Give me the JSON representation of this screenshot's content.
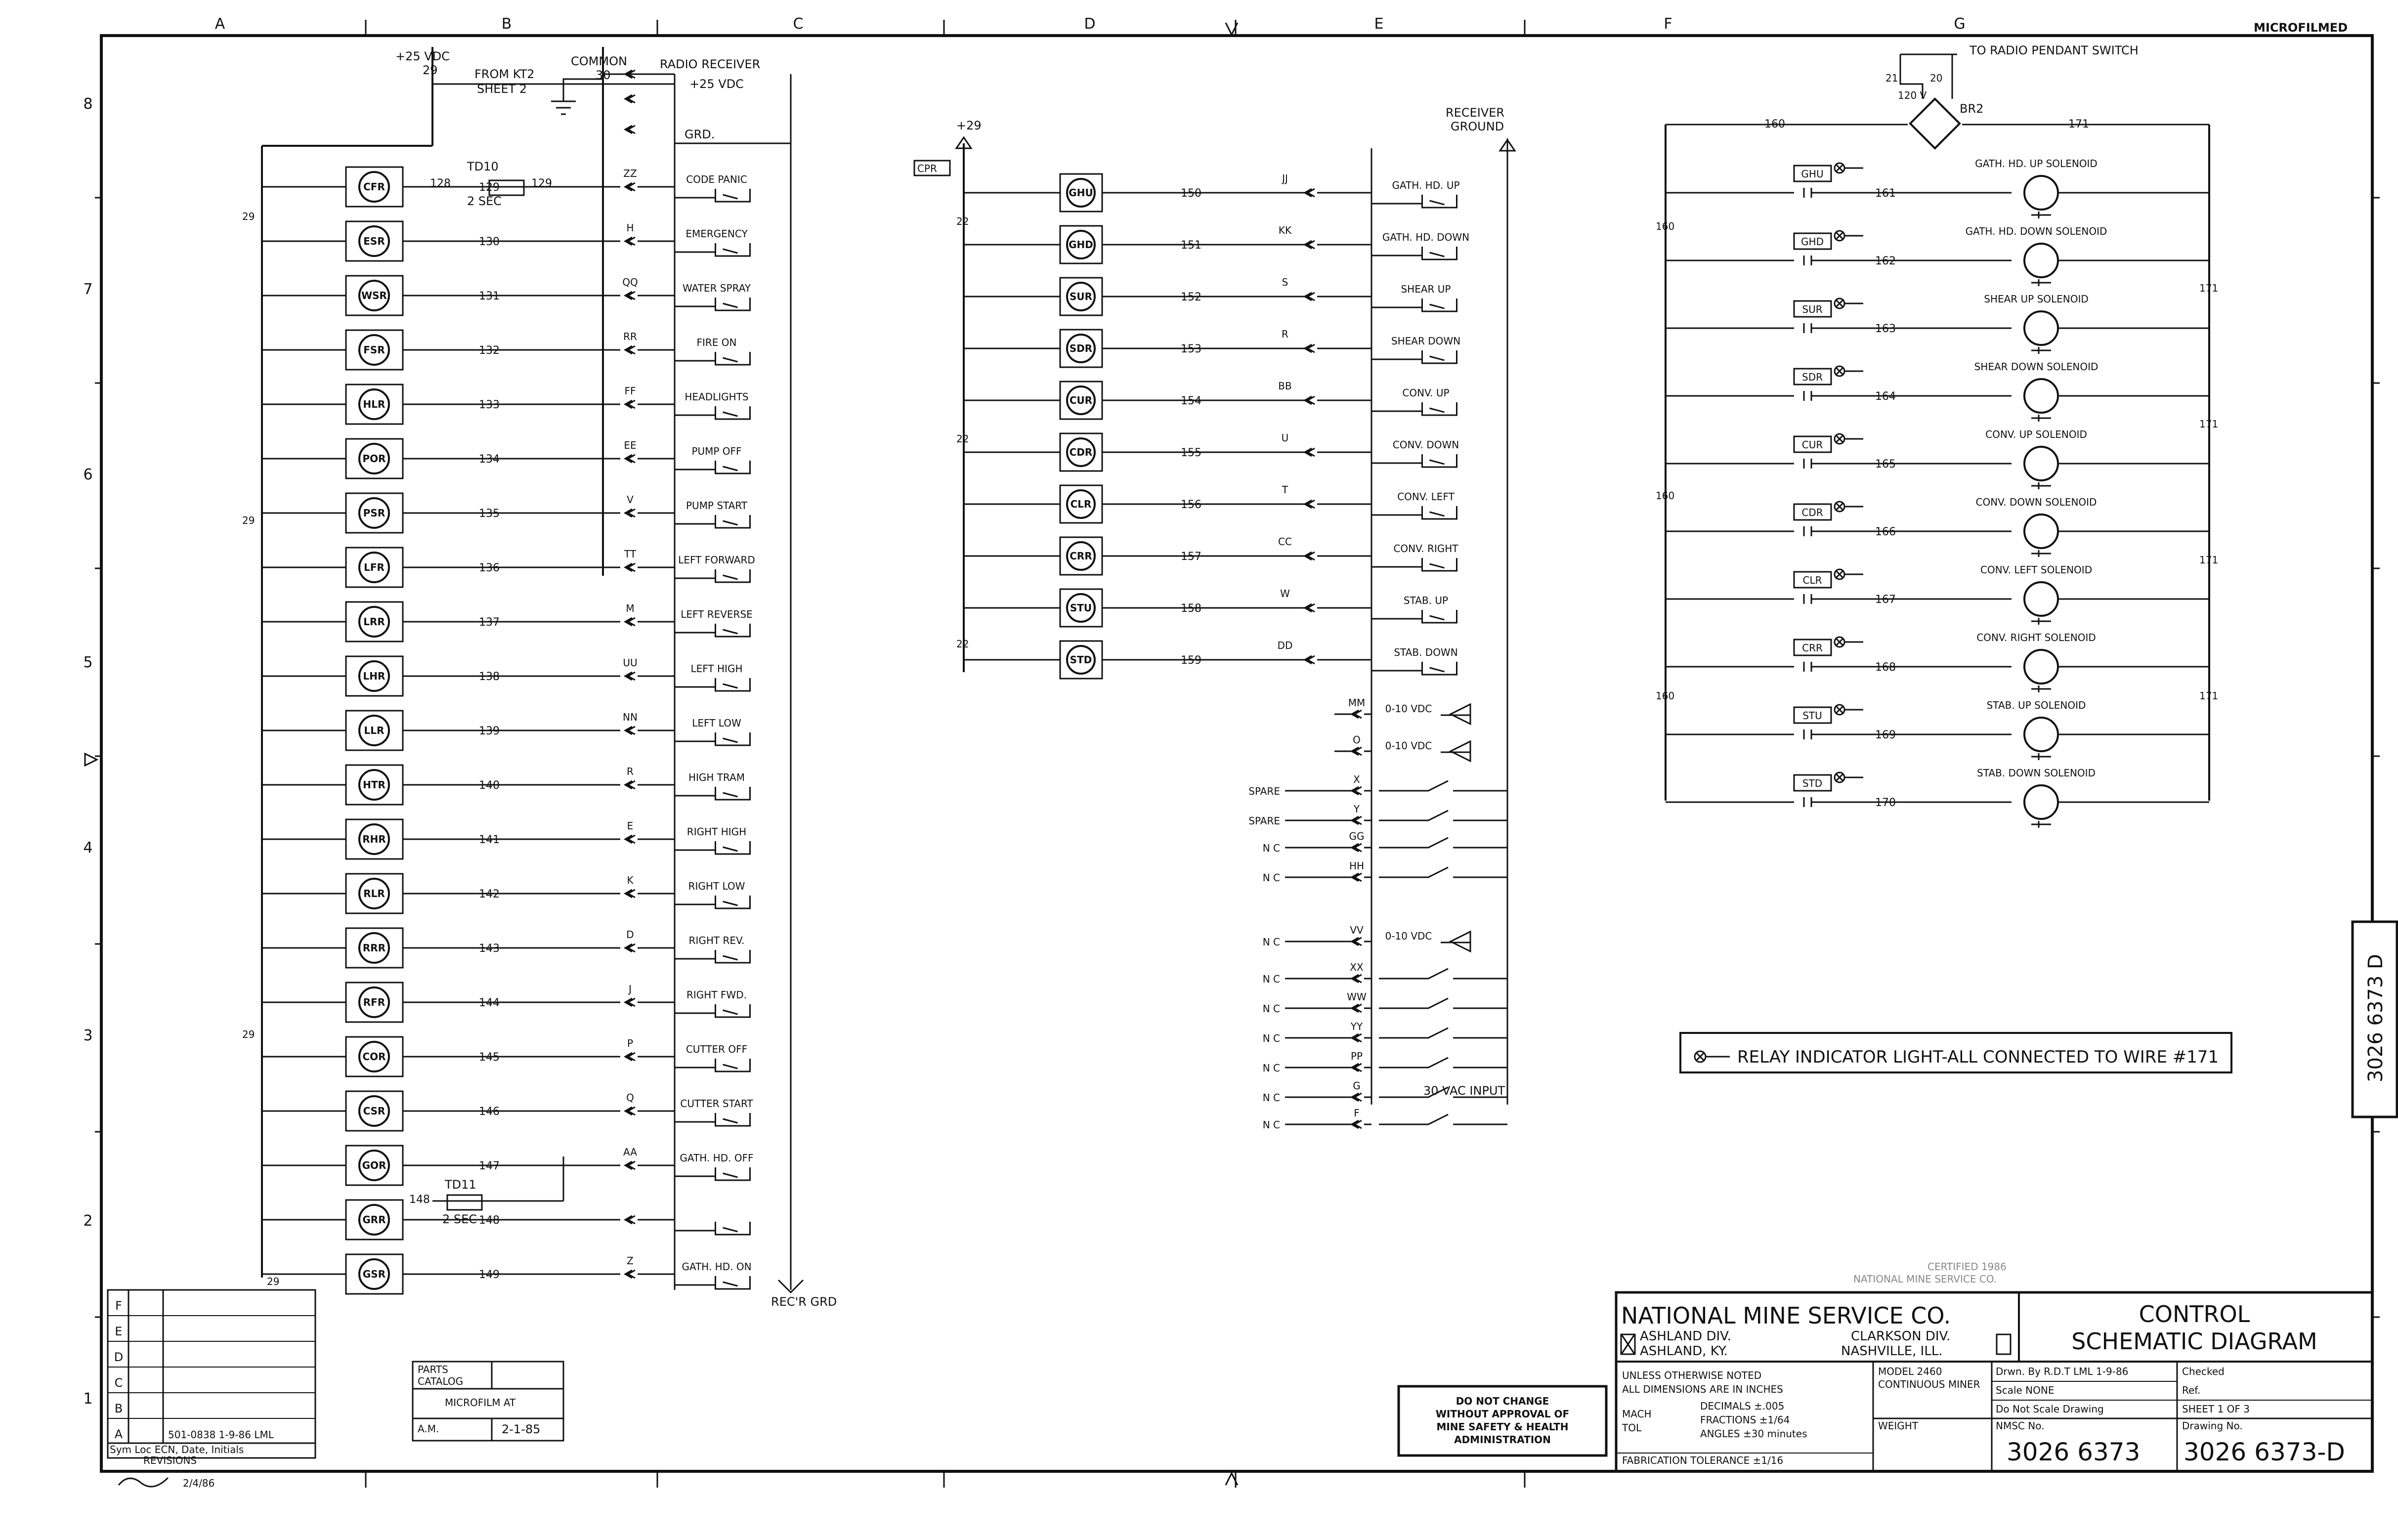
{
  "header": {
    "columns": [
      "A",
      "B",
      "C",
      "D",
      "E",
      "F",
      "G"
    ],
    "rows": [
      "8",
      "7",
      "6",
      "5",
      "4",
      "3",
      "2",
      "1"
    ],
    "stamp": "MICROFILMED"
  },
  "section1": {
    "top_labels": {
      "vdc": "+25 VDC",
      "vdc_wire": "29",
      "from": "FROM KT2",
      "sheet": "SHEET 2",
      "common": "COMMON",
      "common_wire": "30",
      "receiver": "RADIO RECEIVER",
      "plus25": "+25 VDC",
      "grd": "GRD.",
      "bottom": "REC'R GRD"
    },
    "trunk_labels": [
      "29",
      "29",
      "29",
      "29"
    ],
    "timers": [
      {
        "name": "TD10",
        "delay": "2 SEC",
        "wire_in": "128",
        "wire_out": "129"
      },
      {
        "name": "TD11",
        "delay": "2 SEC",
        "wire_in": "148"
      }
    ],
    "rows": [
      {
        "relay": "CFR",
        "wire": "129",
        "term": "ZZ",
        "func": "CODE PANIC"
      },
      {
        "relay": "ESR",
        "wire": "130",
        "term": "H",
        "func": "EMERGENCY"
      },
      {
        "relay": "WSR",
        "wire": "131",
        "term": "QQ",
        "func": "WATER SPRAY"
      },
      {
        "relay": "FSR",
        "wire": "132",
        "term": "RR",
        "func": "FIRE ON"
      },
      {
        "relay": "HLR",
        "wire": "133",
        "term": "FF",
        "func": "HEADLIGHTS"
      },
      {
        "relay": "POR",
        "wire": "134",
        "term": "EE",
        "func": "PUMP OFF"
      },
      {
        "relay": "PSR",
        "wire": "135",
        "term": "V",
        "func": "PUMP START"
      },
      {
        "relay": "LFR",
        "wire": "136",
        "term": "TT",
        "func": "LEFT FORWARD"
      },
      {
        "relay": "LRR",
        "wire": "137",
        "term": "M",
        "func": "LEFT REVERSE"
      },
      {
        "relay": "LHR",
        "wire": "138",
        "term": "UU",
        "func": "LEFT HIGH"
      },
      {
        "relay": "LLR",
        "wire": "139",
        "term": "NN",
        "func": "LEFT LOW"
      },
      {
        "relay": "HTR",
        "wire": "140",
        "term": "R",
        "func": "HIGH TRAM"
      },
      {
        "relay": "RHR",
        "wire": "141",
        "term": "E",
        "func": "RIGHT HIGH"
      },
      {
        "relay": "RLR",
        "wire": "142",
        "term": "K",
        "func": "RIGHT LOW"
      },
      {
        "relay": "RRR",
        "wire": "143",
        "term": "D",
        "func": "RIGHT REV."
      },
      {
        "relay": "RFR",
        "wire": "144",
        "term": "J",
        "func": "RIGHT FWD."
      },
      {
        "relay": "COR",
        "wire": "145",
        "term": "P",
        "func": "CUTTER OFF"
      },
      {
        "relay": "CSR",
        "wire": "146",
        "term": "Q",
        "func": "CUTTER START"
      },
      {
        "relay": "GOR",
        "wire": "147",
        "term": "AA",
        "func": "GATH. HD. OFF"
      },
      {
        "relay": "GRR",
        "wire": "148",
        "term": "",
        "func": ""
      },
      {
        "relay": "GSR",
        "wire": "149",
        "term": "Z",
        "func": "GATH. HD. ON"
      }
    ]
  },
  "section2": {
    "top": {
      "vdc": "+29",
      "cpr": "CPR",
      "receiver": "RECEIVER",
      "ground": "GROUND"
    },
    "side_wires": [
      "22",
      "22",
      "22"
    ],
    "rows": [
      {
        "relay": "GHU",
        "wire": "150",
        "term": "JJ",
        "func": "GATH. HD. UP"
      },
      {
        "relay": "GHD",
        "wire": "151",
        "term": "KK",
        "func": "GATH. HD. DOWN"
      },
      {
        "relay": "SUR",
        "wire": "152",
        "term": "S",
        "func": "SHEAR UP"
      },
      {
        "relay": "SDR",
        "wire": "153",
        "term": "R",
        "func": "SHEAR DOWN"
      },
      {
        "relay": "CUR",
        "wire": "154",
        "term": "BB",
        "func": "CONV. UP"
      },
      {
        "relay": "CDR",
        "wire": "155",
        "term": "U",
        "func": "CONV. DOWN"
      },
      {
        "relay": "CLR",
        "wire": "156",
        "term": "T",
        "func": "CONV. LEFT"
      },
      {
        "relay": "CRR",
        "wire": "157",
        "term": "CC",
        "func": "CONV. RIGHT"
      },
      {
        "relay": "STU",
        "wire": "158",
        "term": "W",
        "func": "STAB. UP"
      },
      {
        "relay": "STD",
        "wire": "159",
        "term": "DD",
        "func": "STAB. DOWN"
      }
    ],
    "analog": [
      {
        "term": "MM",
        "func": "0-10 VDC"
      },
      {
        "term": "O",
        "func": "0-10 VDC"
      }
    ],
    "spares": [
      {
        "label": "SPARE",
        "term": "X"
      },
      {
        "label": "SPARE",
        "term": "Y"
      },
      {
        "label": "N C",
        "term": "GG"
      },
      {
        "label": "N C",
        "term": "HH"
      }
    ],
    "lower": [
      {
        "label": "N C",
        "term": "VV",
        "func": "0-10 VDC"
      },
      {
        "label": "N C",
        "term": "XX",
        "func": ""
      },
      {
        "label": "N C",
        "term": "WW",
        "func": ""
      },
      {
        "label": "N C",
        "term": "YY",
        "func": ""
      },
      {
        "label": "N C",
        "term": "PP",
        "func": ""
      },
      {
        "label": "N C",
        "term": "G",
        "func": ""
      },
      {
        "label": "N C",
        "term": "F",
        "func": ""
      }
    ],
    "input": "30 VAC INPUT"
  },
  "section3": {
    "top": {
      "pendant": "TO RADIO PENDANT SWITCH",
      "t21": "21",
      "t20": "20",
      "v120": "120 V",
      "br": "BR2",
      "w160": "160",
      "w171": "171"
    },
    "side_left": [
      "160",
      "160",
      "160"
    ],
    "side_right": [
      "171",
      "171",
      "171",
      "171"
    ],
    "rows": [
      {
        "relay": "GHU",
        "wire": "161",
        "sol": "GATH. HD. UP SOLENOID"
      },
      {
        "relay": "GHD",
        "wire": "162",
        "sol": "GATH. HD. DOWN SOLENOID"
      },
      {
        "relay": "SUR",
        "wire": "163",
        "sol": "SHEAR UP SOLENOID"
      },
      {
        "relay": "SDR",
        "wire": "164",
        "sol": "SHEAR DOWN SOLENOID"
      },
      {
        "relay": "CUR",
        "wire": "165",
        "sol": "CONV. UP SOLENOID"
      },
      {
        "relay": "CDR",
        "wire": "166",
        "sol": "CONV. DOWN SOLENOID"
      },
      {
        "relay": "CLR",
        "wire": "167",
        "sol": "CONV. LEFT SOLENOID"
      },
      {
        "relay": "CRR",
        "wire": "168",
        "sol": "CONV. RIGHT SOLENOID"
      },
      {
        "relay": "STU",
        "wire": "169",
        "sol": "STAB. UP SOLENOID"
      },
      {
        "relay": "STD",
        "wire": "170",
        "sol": "STAB. DOWN SOLENOID"
      }
    ],
    "note": "RELAY INDICATOR LIGHT-ALL CONNECTED TO WIRE #171"
  },
  "revisions": {
    "letters": [
      "F",
      "E",
      "D",
      "C",
      "B",
      "A"
    ],
    "entry_a": "501-0838 1-9-86 LML",
    "footer": "Sym  Loc  ECN, Date, Initials",
    "title": "REVISIONS",
    "signature": "2/4/86"
  },
  "stamp_box": {
    "parts": "PARTS",
    "catalog": "CATALOG",
    "microfilm": "MICROFILM AT",
    "am": "A.M.",
    "date": "2-1-85"
  },
  "warning": {
    "l1": "DO NOT CHANGE",
    "l2": "WITHOUT APPROVAL OF",
    "l3": "MINE SAFETY & HEALTH",
    "l4": "ADMINISTRATION"
  },
  "faint": {
    "line1": "CERTIFIED 1986",
    "line2": "NATIONAL MINE SERVICE CO."
  },
  "title_block": {
    "company": "NATIONAL MINE SERVICE CO.",
    "div1": "ASHLAND DIV.",
    "div1_loc": "ASHLAND, KY.",
    "div2": "CLARKSON DIV.",
    "div2_loc": "NASHVILLE, ILL.",
    "title1": "CONTROL",
    "title2": "SCHEMATIC DIAGRAM",
    "unless": "UNLESS OTHERWISE NOTED",
    "dims": "ALL DIMENSIONS ARE IN INCHES",
    "mach": "MACH",
    "tol": "TOL",
    "dec": "DECIMALS ±.005",
    "frac": "FRACTIONS ±1/64",
    "ang": "ANGLES ±30 minutes",
    "fab": "FABRICATION TOLERANCE ±1/16",
    "model": "MODEL 2460",
    "model2": "CONTINUOUS MINER",
    "weight": "WEIGHT",
    "drawn": "Drwn. By R.D.T LML 1-9-86",
    "scale": "Scale NONE",
    "noscale": "Do Not Scale Drawing",
    "checked": "Checked",
    "ref": "Ref.",
    "sheet": "SHEET 1 OF 3",
    "nmsc": "NMSC No.",
    "drawno_lbl": "Drawing No.",
    "part_no": "3026 6373",
    "drawing_no": "3026 6373-D"
  },
  "side_tab": "3026 6373 D"
}
